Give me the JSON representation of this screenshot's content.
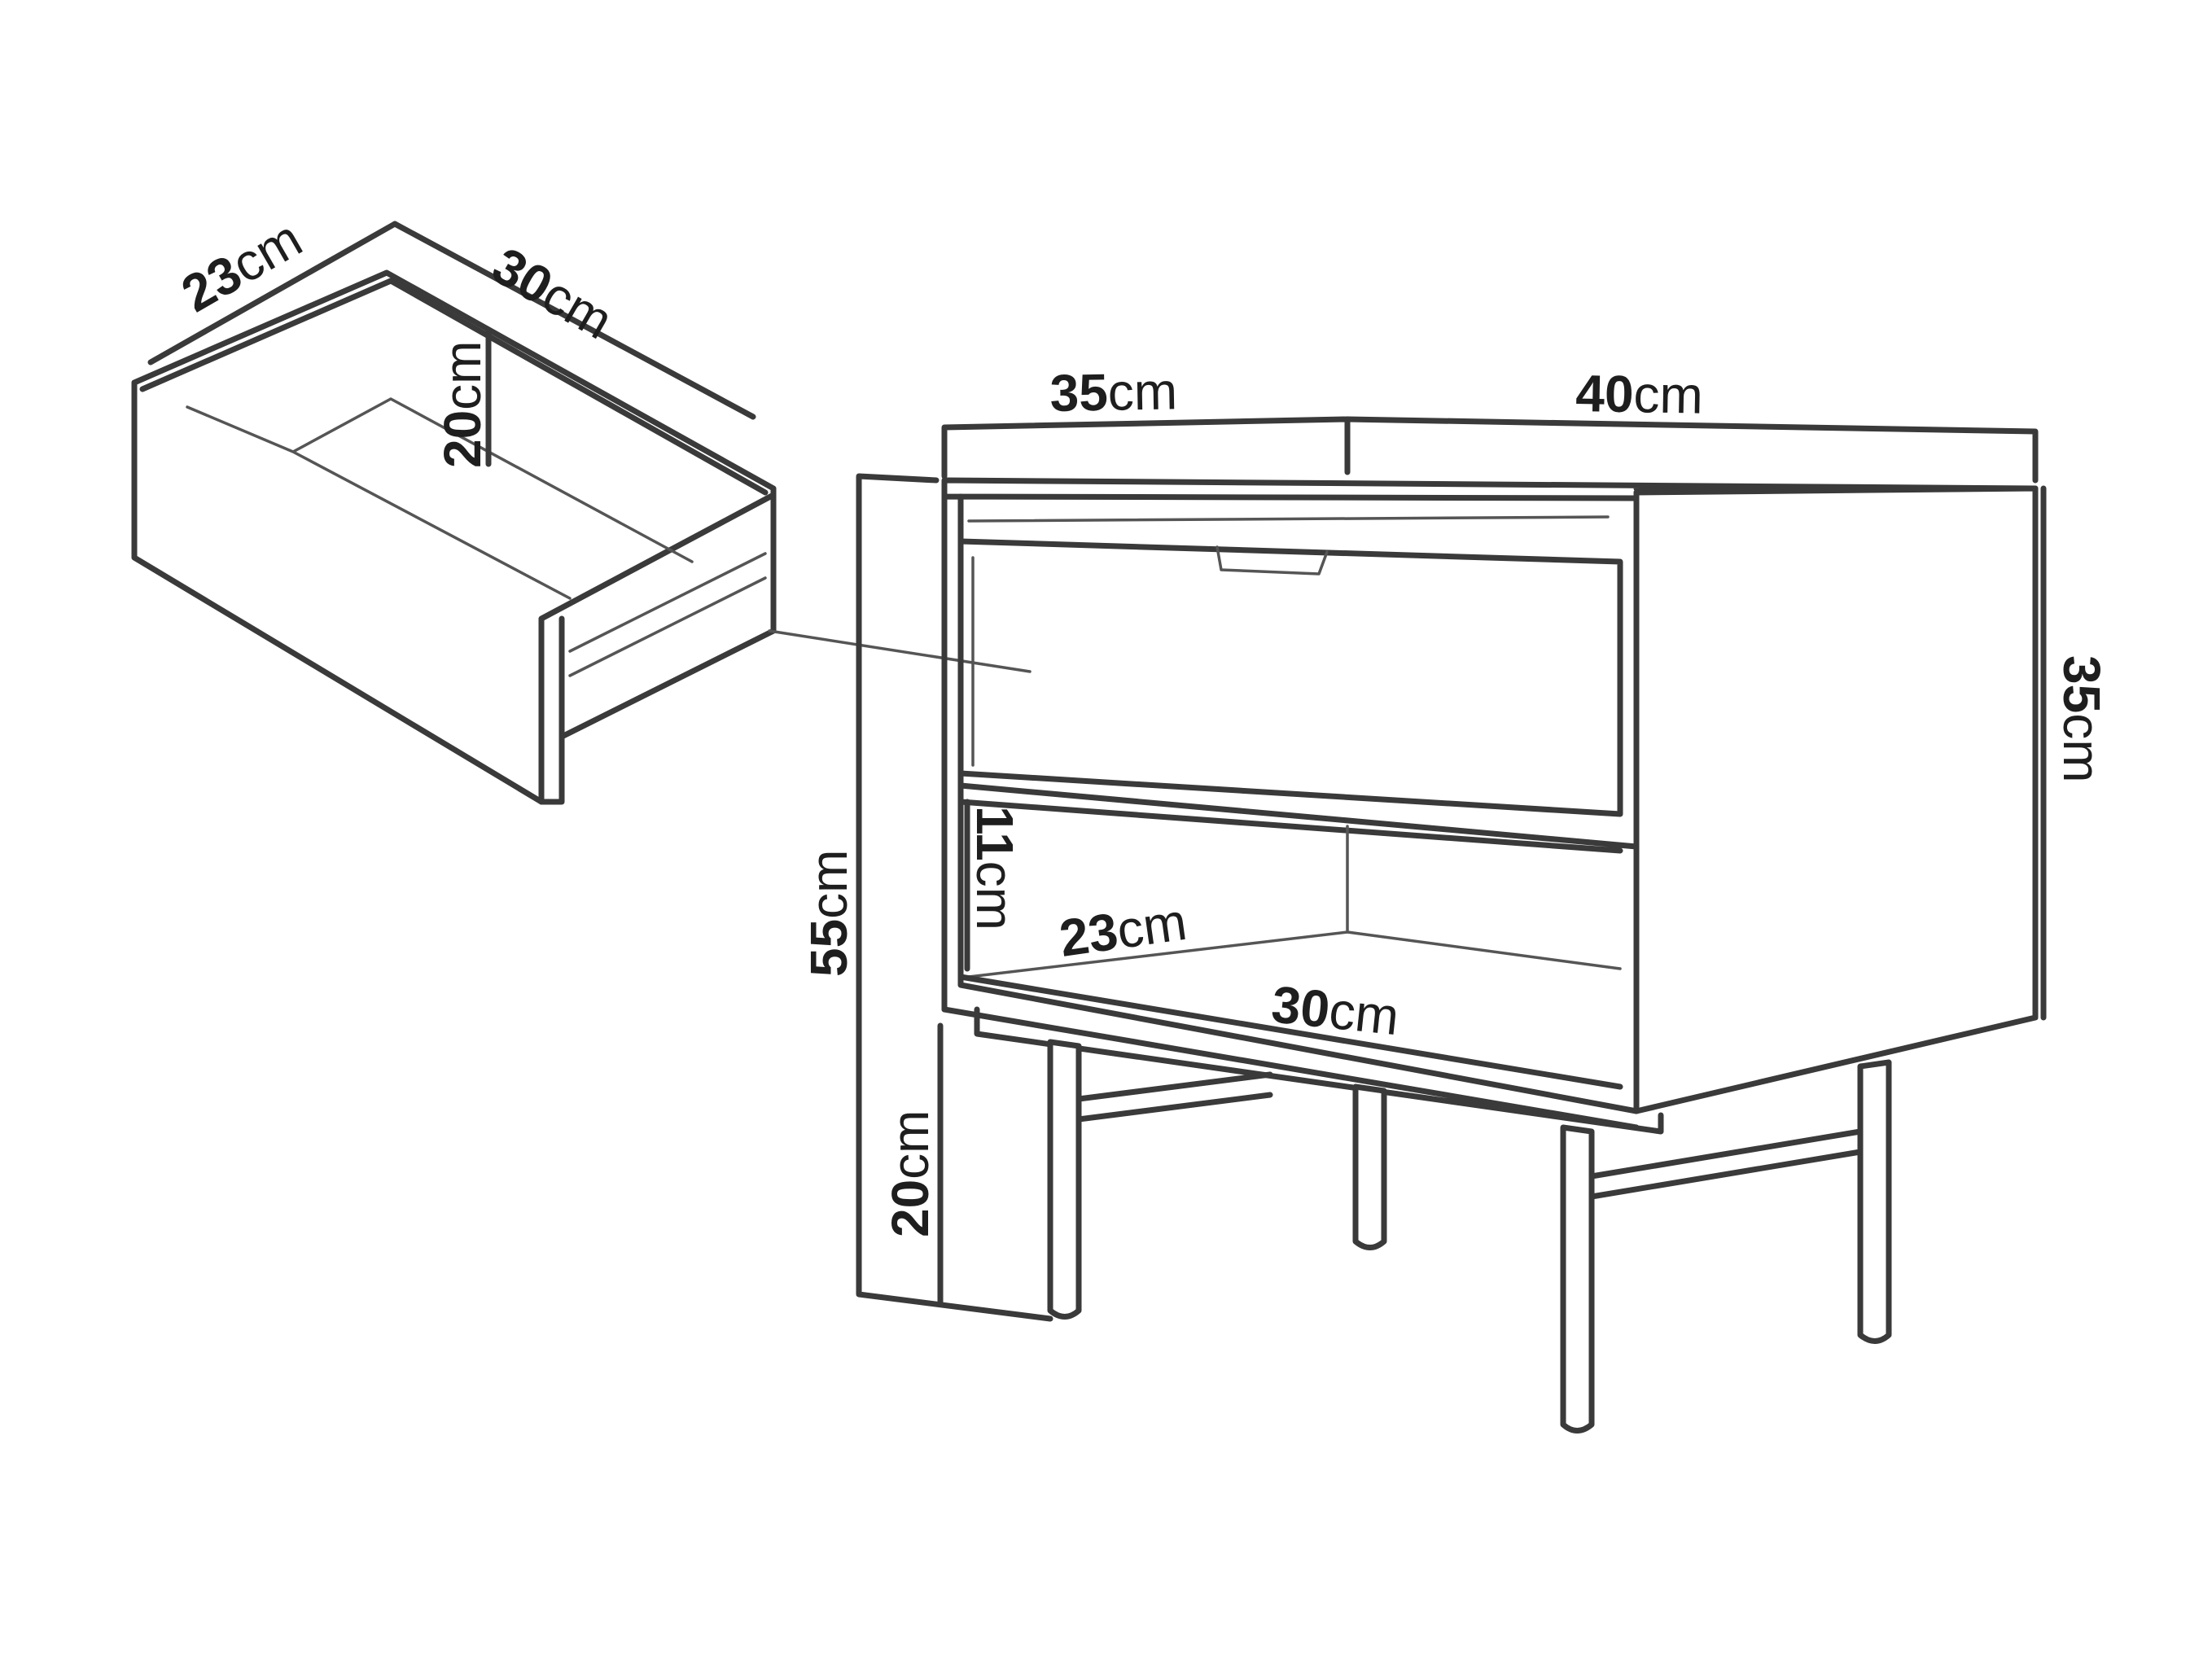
{
  "colors": {
    "line": "#3a3a3a",
    "text": "#1e1e1e",
    "background": "#ffffff"
  },
  "drawer": {
    "width": {
      "value": "23",
      "unit": "cm"
    },
    "length": {
      "value": "30",
      "unit": "cm"
    },
    "height": {
      "value": "20",
      "unit": "cm"
    }
  },
  "cabinet": {
    "top_depth": {
      "value": "35",
      "unit": "cm"
    },
    "top_width": {
      "value": "40",
      "unit": "cm"
    },
    "body_height": {
      "value": "35",
      "unit": "cm"
    },
    "total_height": {
      "value": "55",
      "unit": "cm"
    },
    "leg_height": {
      "value": "20",
      "unit": "cm"
    },
    "shelf_height": {
      "value": "11",
      "unit": "cm"
    },
    "shelf_depth": {
      "value": "23",
      "unit": "cm"
    },
    "shelf_width": {
      "value": "30",
      "unit": "cm"
    }
  }
}
